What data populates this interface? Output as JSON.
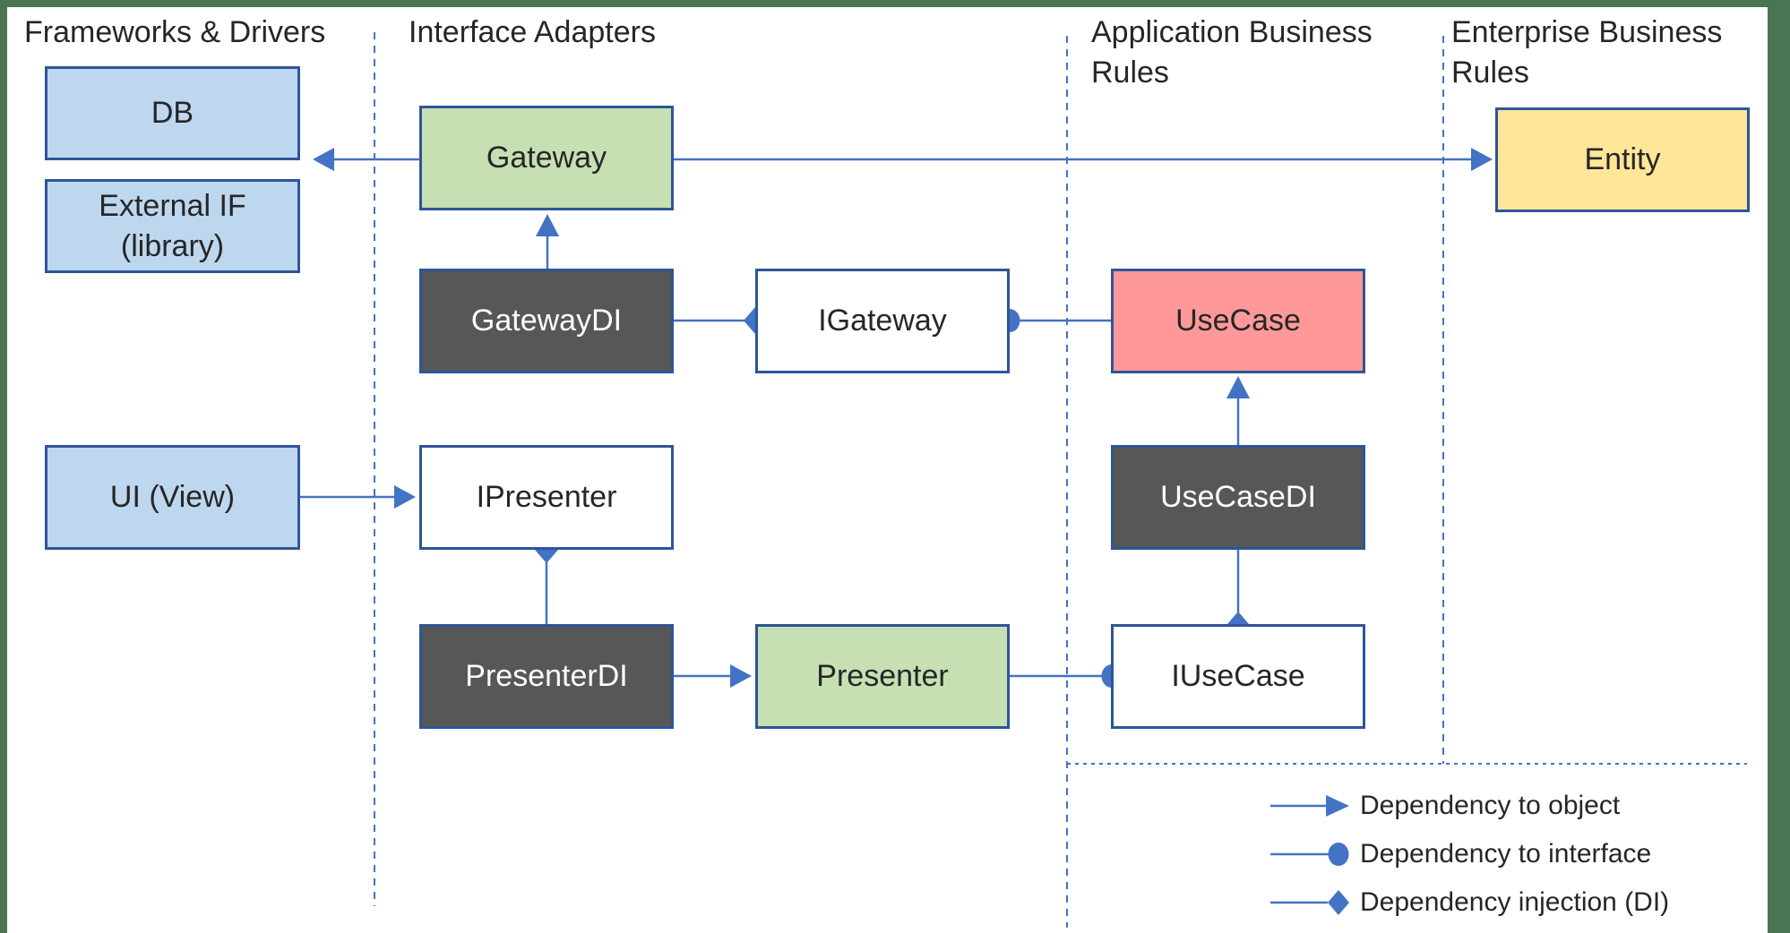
{
  "layers": [
    {
      "title": "Frameworks & Drivers"
    },
    {
      "title": "Interface Adapters"
    },
    {
      "title": "Application Business Rules"
    },
    {
      "title": "Enterprise Business Rules"
    }
  ],
  "nodes": {
    "db": {
      "label": "DB",
      "fill": "#BDD7EE",
      "layer": "Frameworks & Drivers"
    },
    "external_if": {
      "label": "External IF (library)",
      "line1": "External IF",
      "line2": "(library)",
      "fill": "#BDD7EE",
      "layer": "Frameworks & Drivers"
    },
    "ui_view": {
      "label": "UI (View)",
      "fill": "#BDD7EE",
      "layer": "Frameworks & Drivers"
    },
    "gateway": {
      "label": "Gateway",
      "fill": "#C6E0B4",
      "layer": "Interface Adapters"
    },
    "gateway_di": {
      "label": "GatewayDI",
      "fill": "#575757",
      "layer": "Interface Adapters"
    },
    "ipresenter": {
      "label": "IPresenter",
      "fill": "#FFFFFF",
      "layer": "Interface Adapters"
    },
    "presenter_di": {
      "label": "PresenterDI",
      "fill": "#575757",
      "layer": "Interface Adapters"
    },
    "igateway": {
      "label": "IGateway",
      "fill": "#FFFFFF",
      "layer": "Interface Adapters"
    },
    "presenter": {
      "label": "Presenter",
      "fill": "#C6E0B4",
      "layer": "Interface Adapters"
    },
    "usecase": {
      "label": "UseCase",
      "fill": "#FF9999",
      "layer": "Application Business Rules"
    },
    "usecase_di": {
      "label": "UseCaseDI",
      "fill": "#575757",
      "layer": "Application Business Rules"
    },
    "iusecase": {
      "label": "IUseCase",
      "fill": "#FFFFFF",
      "layer": "Application Business Rules"
    },
    "entity": {
      "label": "Entity",
      "fill": "#FFE699",
      "layer": "Enterprise Business Rules"
    }
  },
  "edges": [
    {
      "from": "gateway",
      "to": "db",
      "type": "dependency-to-object"
    },
    {
      "from": "gateway",
      "to": "entity",
      "type": "dependency-to-object"
    },
    {
      "from": "gateway_di",
      "to": "gateway",
      "type": "dependency-to-object"
    },
    {
      "from": "gateway_di",
      "to": "igateway",
      "type": "dependency-injection"
    },
    {
      "from": "usecase",
      "to": "igateway",
      "type": "dependency-to-interface"
    },
    {
      "from": "usecase_di",
      "to": "usecase",
      "type": "dependency-to-object"
    },
    {
      "from": "usecase_di",
      "to": "iusecase",
      "type": "dependency-injection"
    },
    {
      "from": "ui_view",
      "to": "ipresenter",
      "type": "dependency-to-object"
    },
    {
      "from": "presenter_di",
      "to": "ipresenter",
      "type": "dependency-injection"
    },
    {
      "from": "presenter_di",
      "to": "presenter",
      "type": "dependency-to-object"
    },
    {
      "from": "presenter",
      "to": "iusecase",
      "type": "dependency-to-interface"
    }
  ],
  "legend": [
    {
      "marker": "arrow",
      "label": "Dependency to object"
    },
    {
      "marker": "circle",
      "label": "Dependency to interface"
    },
    {
      "marker": "diamond",
      "label": "Dependency injection (DI)"
    }
  ],
  "colors": {
    "frame_green": "#4B7452",
    "box_border_blue": "#2E5597",
    "connector_blue": "#4472C4",
    "light_blue_fill": "#BDD7EE",
    "green_fill": "#C6E0B4",
    "dark_gray_fill": "#575757",
    "pink_fill": "#FF9999",
    "yellow_fill": "#FFE699",
    "white_fill": "#FFFFFF",
    "text_dark": "#262626"
  }
}
